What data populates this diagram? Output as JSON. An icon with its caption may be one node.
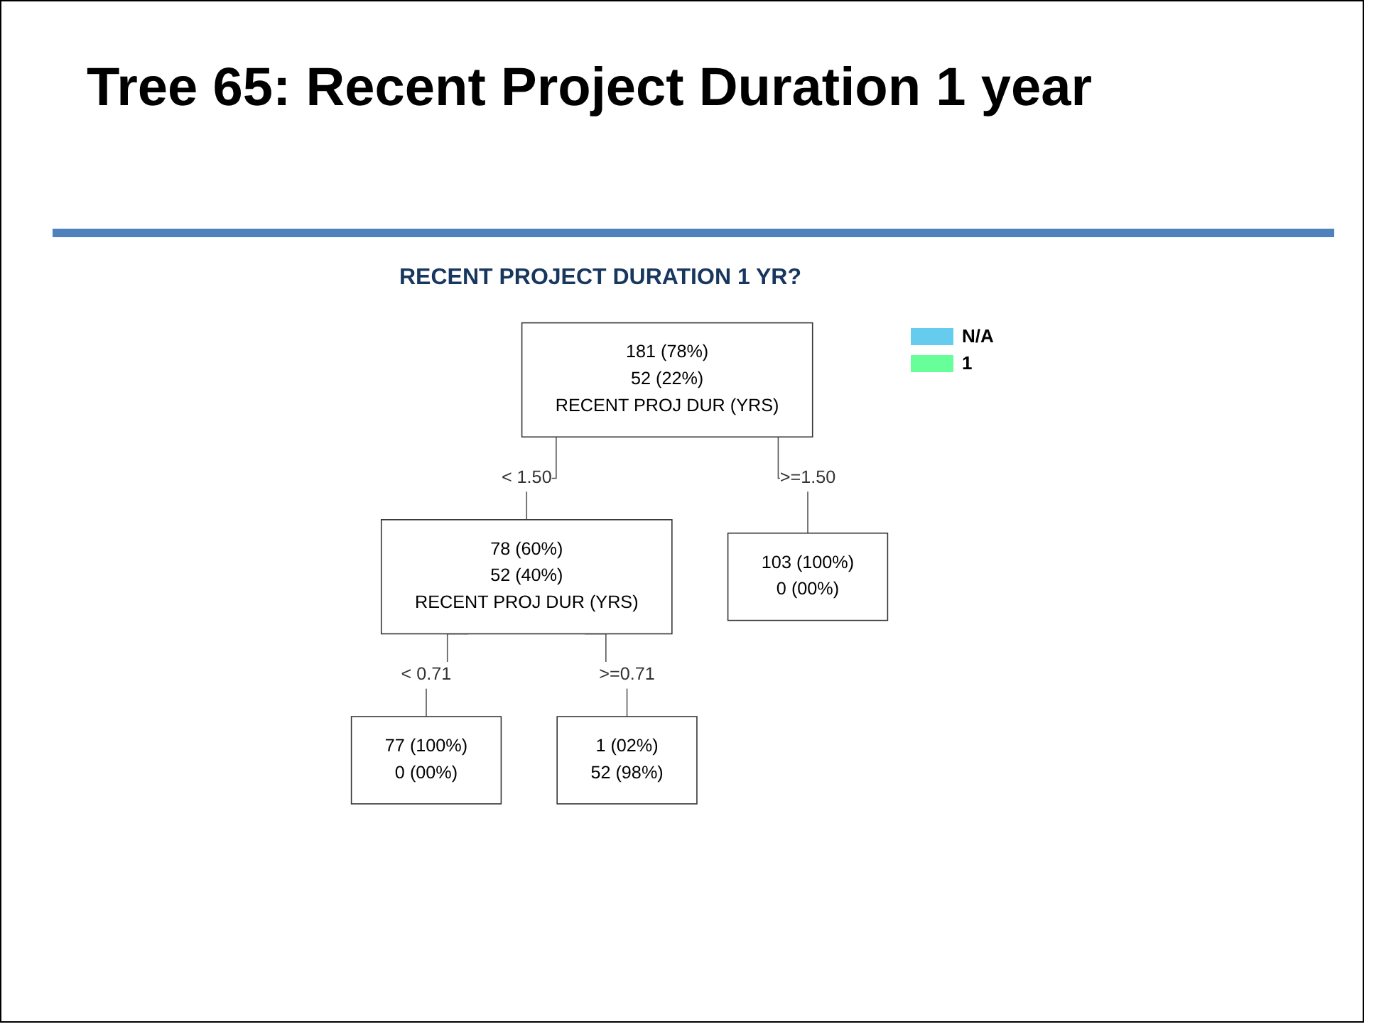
{
  "diagram": {
    "title": "Tree 65: Recent Project Duration 1 year",
    "nodes": [
      {
        "text": [
          "181 (78%)",
          "52 (22%)",
          "RECENT PROJ DUR (YRS)"
        ]
      },
      {
        "text": [
          "78 (60%)",
          "52 (40%)",
          "RECENT PROJ DUR (YRS)"
        ]
      },
      {
        "text": [
          "103 (100%)",
          "0 (00%)"
        ]
      },
      {
        "text": [
          "77 (100%)",
          "0 (00%)"
        ]
      },
      {
        "text": [
          "1 (02%)",
          "52 (98%)"
        ]
      }
    ],
    "edges": [
      {
        "from": 0,
        "to": 1,
        "arrow": "none",
        "label": "< 1.50"
      },
      {
        "from": 0,
        "to": 2,
        "arrow": "none",
        "label": ">=1.50"
      },
      {
        "from": 1,
        "to": 3,
        "arrow": "none",
        "label": "< 0.71"
      },
      {
        "from": 1,
        "to": 4,
        "arrow": "none",
        "label": ">=0.71"
      }
    ],
    "labels": [
      "RECENT PROJECT DURATION 1 YR?"
    ],
    "legend": [
      {
        "text": "N/A",
        "color": "#66ccee"
      },
      {
        "text": "1",
        "color": "#66ff99"
      }
    ]
  }
}
